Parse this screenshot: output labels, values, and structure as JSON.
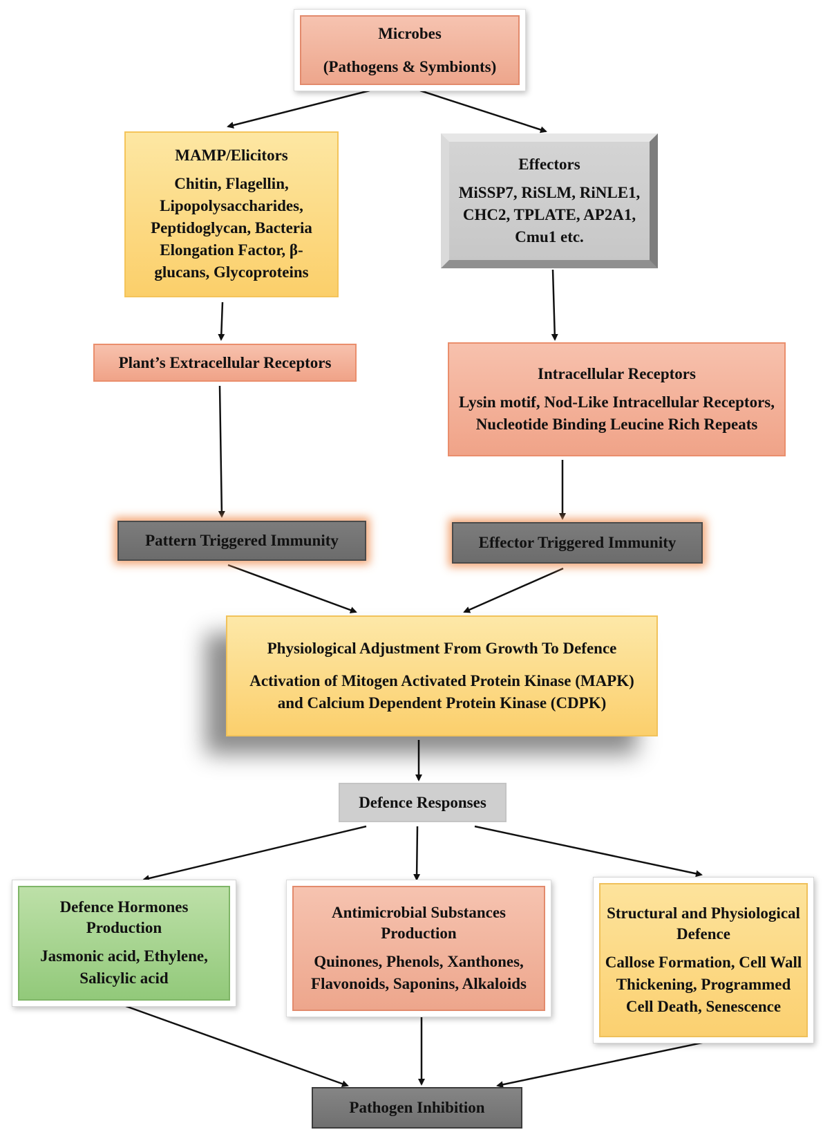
{
  "microbes": {
    "title": "Microbes",
    "subtitle": "(Pathogens & Symbionts)"
  },
  "mamp": {
    "title": "MAMP/Elicitors",
    "body": "Chitin, Flagellin, Lipopolysaccharides, Peptidoglycan, Bacteria Elongation Factor, β-glucans, Glycoproteins"
  },
  "effectors": {
    "title": "Effectors",
    "body": "MiSSP7, RiSLM, RiNLE1, CHC2, TPLATE, AP2A1, Cmu1 etc."
  },
  "extracellular": {
    "label": "Plant’s Extracellular Receptors"
  },
  "intracellular": {
    "title": "Intracellular Receptors",
    "body": "Lysin motif, Nod-Like Intracellular Receptors, Nucleotide Binding Leucine Rich Repeats"
  },
  "pti": {
    "label": "Pattern Triggered Immunity"
  },
  "eti": {
    "label": "Effector Triggered Immunity"
  },
  "physio": {
    "title": "Physiological Adjustment From Growth To Defence",
    "body": "Activation of Mitogen Activated Protein Kinase (MAPK) and Calcium Dependent Protein Kinase (CDPK)"
  },
  "defence_responses": {
    "label": "Defence Responses"
  },
  "hormones": {
    "title": "Defence Hormones Production",
    "body": "Jasmonic acid, Ethylene, Salicylic acid"
  },
  "antimicrobial": {
    "title": "Antimicrobial Substances Production",
    "body": "Quinones, Phenols, Xanthones, Flavonoids, Saponins, Alkaloids"
  },
  "structural": {
    "title": "Structural and Physiological Defence",
    "body": "Callose Formation, Cell Wall Thickening, Programmed Cell Death, Senescence"
  },
  "inhibition": {
    "label": "Pathogen Inhibition"
  }
}
